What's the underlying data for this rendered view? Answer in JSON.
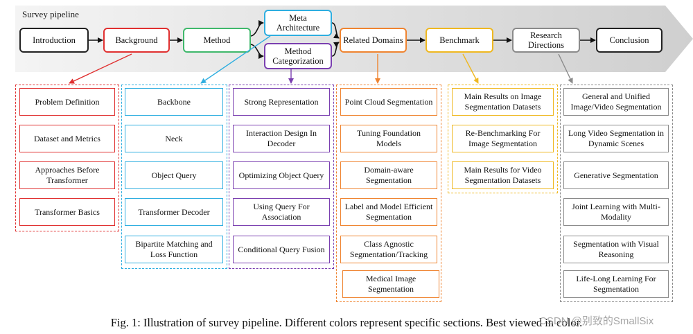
{
  "pipeline": {
    "title": "Survey pipeline",
    "stages": [
      {
        "id": "introduction",
        "label": "Introduction",
        "color": "#222222"
      },
      {
        "id": "background",
        "label": "Background",
        "color": "#e03030"
      },
      {
        "id": "method",
        "label": "Method",
        "color": "#3fb86b"
      },
      {
        "id": "meta-architecture",
        "label": "Meta Architecture",
        "color": "#2eaee0"
      },
      {
        "id": "method-categorization",
        "label": "Method Categorization",
        "color": "#7a3fb0"
      },
      {
        "id": "related-domains",
        "label": "Related Domains",
        "color": "#ef8430"
      },
      {
        "id": "benchmark",
        "label": "Benchmark",
        "color": "#efb820"
      },
      {
        "id": "research-directions",
        "label": "Research Directions",
        "color": "#8a8a8a"
      },
      {
        "id": "conclusion",
        "label": "Conclusion",
        "color": "#222222"
      }
    ]
  },
  "sections": [
    {
      "id": "background",
      "color": "#e03030",
      "items": [
        "Problem Definition",
        "Dataset and Metrics",
        "Approaches Before Transformer",
        "Transformer Basics"
      ]
    },
    {
      "id": "meta-architecture",
      "color": "#2eaee0",
      "items": [
        "Backbone",
        "Neck",
        "Object Query",
        "Transformer Decoder",
        "Bipartite Matching and Loss Function"
      ]
    },
    {
      "id": "method-categorization",
      "color": "#7a3fb0",
      "items": [
        "Strong Representation",
        "Interaction Design In Decoder",
        "Optimizing Object Query",
        "Using Query For Association",
        "Conditional Query Fusion"
      ]
    },
    {
      "id": "related-domains",
      "color": "#ef8430",
      "items": [
        "Point Cloud Segmentation",
        "Tuning Foundation Models",
        "Domain-aware Segmentation",
        "Label and Model Efficient Segmentation",
        "Class Agnostic Segmentation/Tracking",
        "Medical Image Segmentation"
      ]
    },
    {
      "id": "benchmark",
      "color": "#efb820",
      "items": [
        "Main Results on Image Segmentation Datasets",
        "Re-Benchmarking For Image Segmentation",
        "Main Results for Video Segmentation Datasets"
      ]
    },
    {
      "id": "research-directions",
      "color": "#8a8a8a",
      "items": [
        "General and Unified Image/Video Segmentation",
        "Long Video Segmentation in Dynamic Scenes",
        "Generative Segmentation",
        "Joint Learning with Multi-Modality",
        "Segmentation with Visual Reasoning",
        "Life-Long Learning For Segmentation"
      ]
    }
  ],
  "caption": "Fig. 1: Illustration of survey pipeline. Different colors represent specific sections. Best viewed in color.",
  "watermark": "CSDN @别致的SmallSix"
}
